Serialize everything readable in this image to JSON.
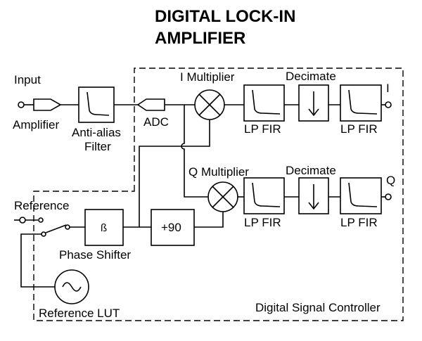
{
  "title": {
    "line1": "DIGITAL LOCK-IN",
    "line2": "AMPLIFIER"
  },
  "labels": {
    "input": "Input",
    "amplifier": "Amplifier",
    "anti_alias_1": "Anti-alias",
    "anti_alias_2": "Filter",
    "adc": "ADC",
    "i_multiplier": "I Multiplier",
    "q_multiplier": "Q Multiplier",
    "decimate_i": "Decimate",
    "decimate_q": "Decimate",
    "lp_fir_i1": "LP FIR",
    "lp_fir_i2": "LP FIR",
    "lp_fir_q1": "LP FIR",
    "lp_fir_q2": "LP FIR",
    "out_i": "I",
    "out_q": "Q",
    "reference": "Reference",
    "beta": "ß",
    "plus90": "+90",
    "phase_shifter": "Phase Shifter",
    "reference_lut": "Reference LUT",
    "dsc": "Digital Signal Controller"
  }
}
